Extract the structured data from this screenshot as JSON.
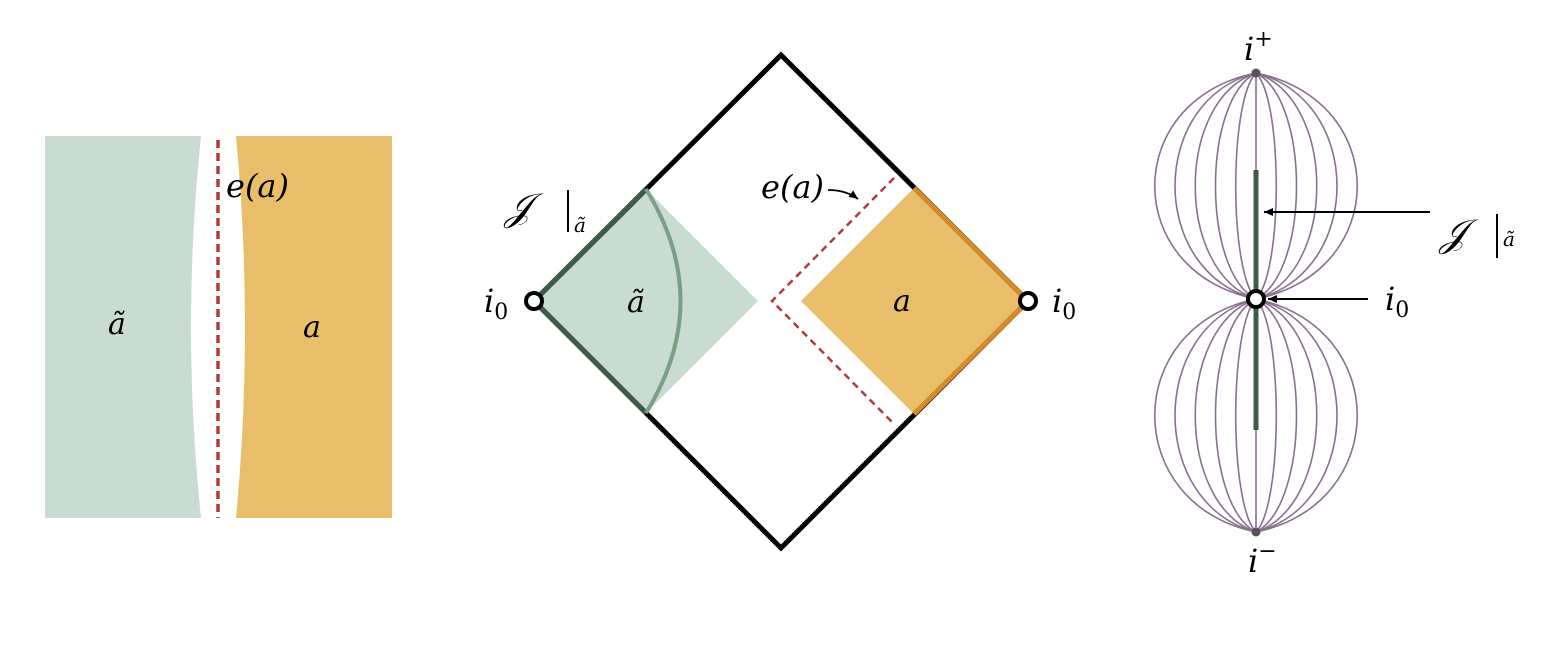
{
  "colors": {
    "region_a_tilde": "#c9dcd1",
    "region_a": "#e8be6a",
    "boundary": "#000000",
    "entanglement_wedge_edge": "#b23a3a",
    "scri_segment": "#3f5c48",
    "scri_segment_light": "#7a9e86",
    "orange_boundary": "#d68a2a",
    "geodesics": "#8a7090",
    "marker_fill": "#ffffff",
    "tip_dot": "#555555"
  },
  "panel_left": {
    "label_a_tilde": "ã",
    "label_a": "a",
    "label_e_prefix": "e",
    "label_e_arg": "(a)"
  },
  "panel_middle": {
    "label_scri": "𝒥",
    "label_scri_sub": "ã",
    "label_a_tilde": "ã",
    "label_a": "a",
    "label_e_prefix": "e",
    "label_e_arg": "(a)",
    "label_i0_left": "i",
    "label_i0_left_sub": "0",
    "label_i0_right": "i",
    "label_i0_right_sub": "0"
  },
  "panel_right": {
    "label_i_plus": "i",
    "label_i_plus_sup": "+",
    "label_i_minus": "i",
    "label_i_minus_sup": "−",
    "label_scri": "𝒥",
    "label_scri_sub": "ã",
    "label_i0": "i",
    "label_i0_sub": "0",
    "geodesic_count": 11
  }
}
